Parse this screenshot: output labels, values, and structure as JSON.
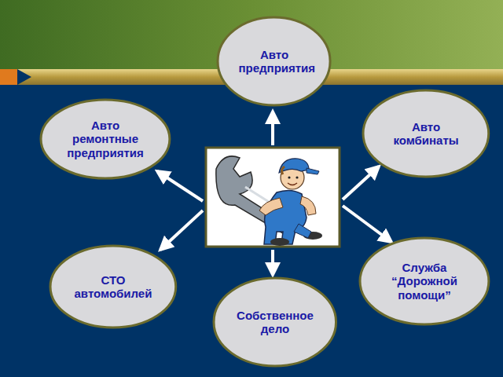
{
  "diagram": {
    "nodes": [
      {
        "text": [
          "Авто предприятия"
        ]
      },
      {
        "text": [
          "Авто ремонтные предприятия"
        ]
      },
      {
        "text": [
          "Авто комбинаты"
        ]
      },
      {
        "text": [
          "СТО автомобилей"
        ]
      },
      {
        "text": [
          "Служба “Дорожной помощи”"
        ]
      },
      {
        "text": [
          "Собственное дело"
        ]
      }
    ]
  }
}
